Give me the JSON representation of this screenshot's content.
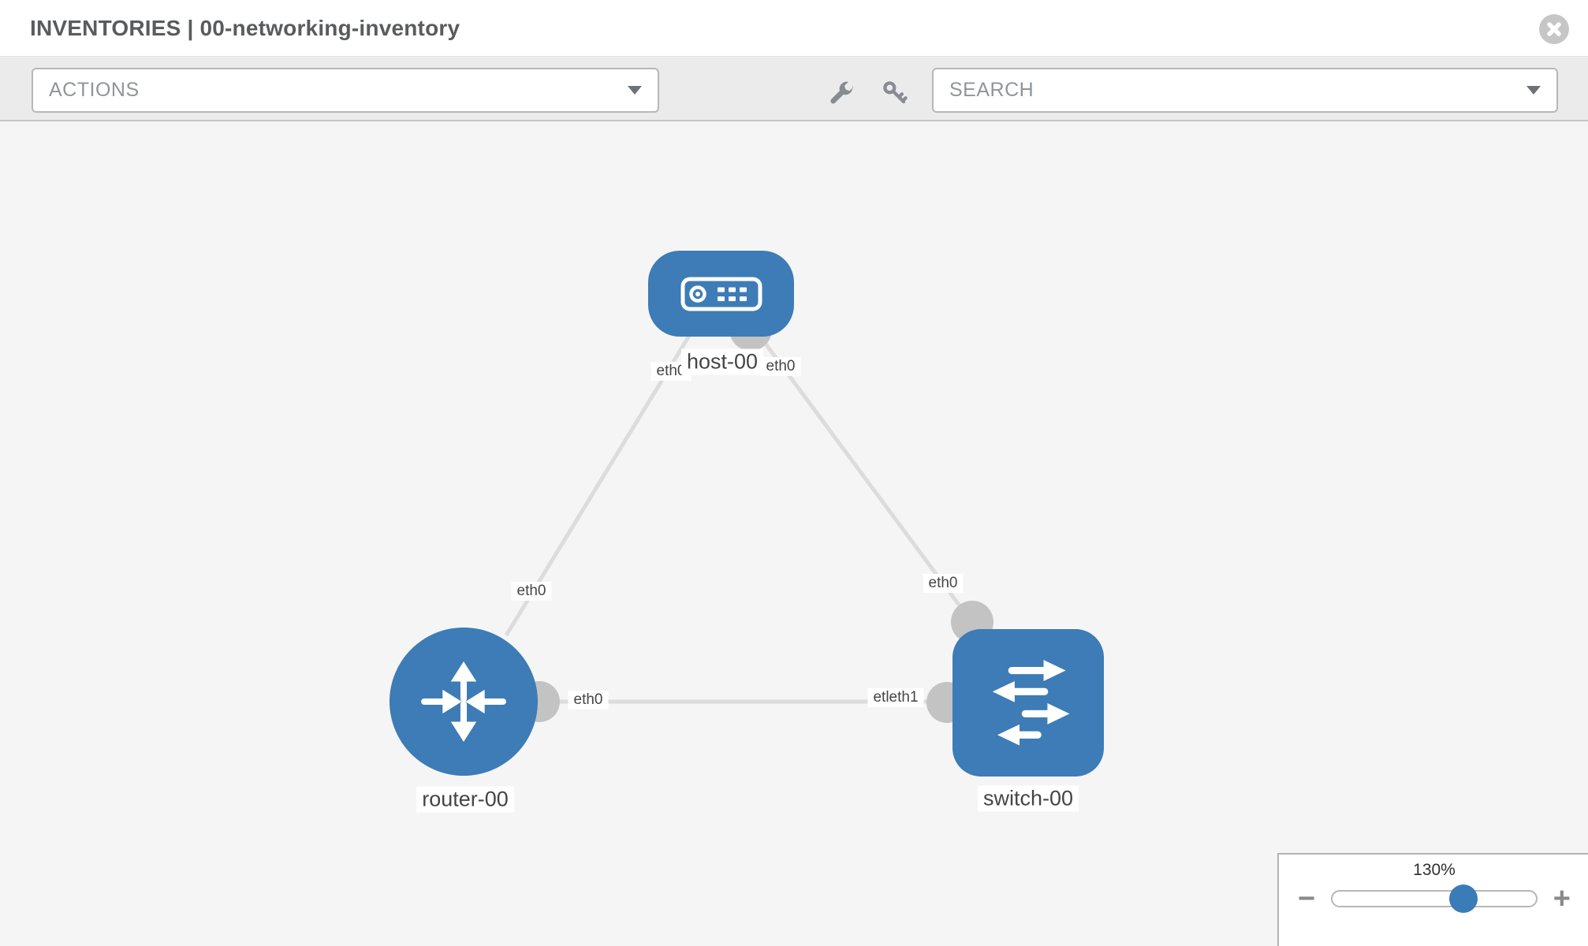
{
  "header": {
    "title": "INVENTORIES | 00-networking-inventory"
  },
  "toolbar": {
    "actions_label": "ACTIONS",
    "search_label": "SEARCH"
  },
  "topology": {
    "nodes": [
      {
        "name": "host-00",
        "type": "host"
      },
      {
        "name": "router-00",
        "type": "router"
      },
      {
        "name": "switch-00",
        "type": "switch"
      }
    ],
    "links": [
      {
        "source": "host-00",
        "source_interface": "eth0",
        "target": "router-00",
        "target_interface": "eth0"
      },
      {
        "source": "host-00",
        "source_interface": "eth0",
        "target": "switch-00",
        "target_interface": "eth0"
      },
      {
        "source": "router-00",
        "source_interface": "eth0",
        "target": "switch-00",
        "target_interface": "eth1"
      }
    ],
    "labels": {
      "host": "host-00",
      "router": "router-00",
      "switch": "switch-00",
      "eth_host_left": "eth0",
      "eth_host_right": "eth0",
      "eth_router_top": "eth0",
      "eth_switch_top": "eth0",
      "eth_router_mid": "eth0",
      "eth_switch_mid": "etleth1"
    }
  },
  "zoom_control": {
    "value": "130%",
    "minus_label": "−",
    "plus_label": "+"
  },
  "colors": {
    "node_blue": "#3d7cb6",
    "link_gray": "#dcdcdc",
    "port_gray": "#c3c3c3",
    "handle_blue": "#397cb8"
  }
}
